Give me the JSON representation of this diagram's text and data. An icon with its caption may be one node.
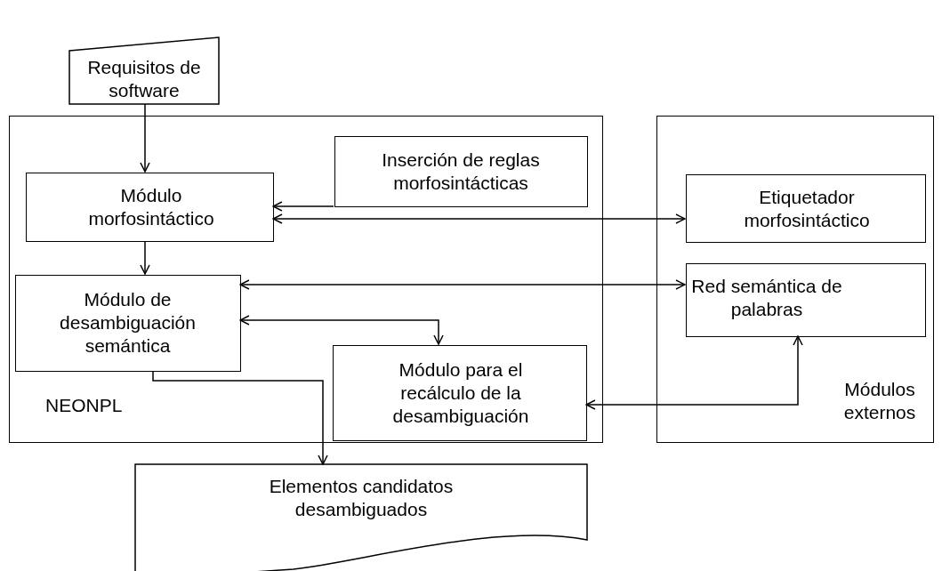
{
  "diagram": {
    "nodes": [
      {
        "text": [
          "Requisitos de software"
        ]
      },
      {
        "text": [
          "NEONPL"
        ]
      },
      {
        "text": [
          "Módulo morfosintáctico"
        ],
        "in": 1
      },
      {
        "text": [
          "Inserción de reglas morfosintácticas"
        ],
        "in": 1
      },
      {
        "text": [
          "Módulo de desambiguación semántica"
        ],
        "in": 1
      },
      {
        "text": [
          "Módulo para el recálculo de la desambiguación"
        ],
        "in": 1
      },
      {
        "text": [
          "Módulos externos"
        ]
      },
      {
        "text": [
          "Etiquetador morfosintáctico"
        ],
        "in": 6
      },
      {
        "text": [
          "Red semántica de palabras"
        ],
        "in": 6
      },
      {
        "text": [
          "Elementos candidatos desambiguados"
        ]
      }
    ],
    "edges": [
      {
        "from": 0,
        "to": 2,
        "arrow": "to"
      },
      {
        "from": 3,
        "to": 2,
        "arrow": "to"
      },
      {
        "from": 2,
        "to": 7,
        "arrow": "both"
      },
      {
        "from": 2,
        "to": 4,
        "arrow": "to"
      },
      {
        "from": 4,
        "to": 8,
        "arrow": "both"
      },
      {
        "from": 4,
        "to": 5,
        "arrow": "both"
      },
      {
        "from": 5,
        "to": 8,
        "arrow": "both"
      },
      {
        "from": 4,
        "to": 9,
        "arrow": "to"
      }
    ]
  }
}
